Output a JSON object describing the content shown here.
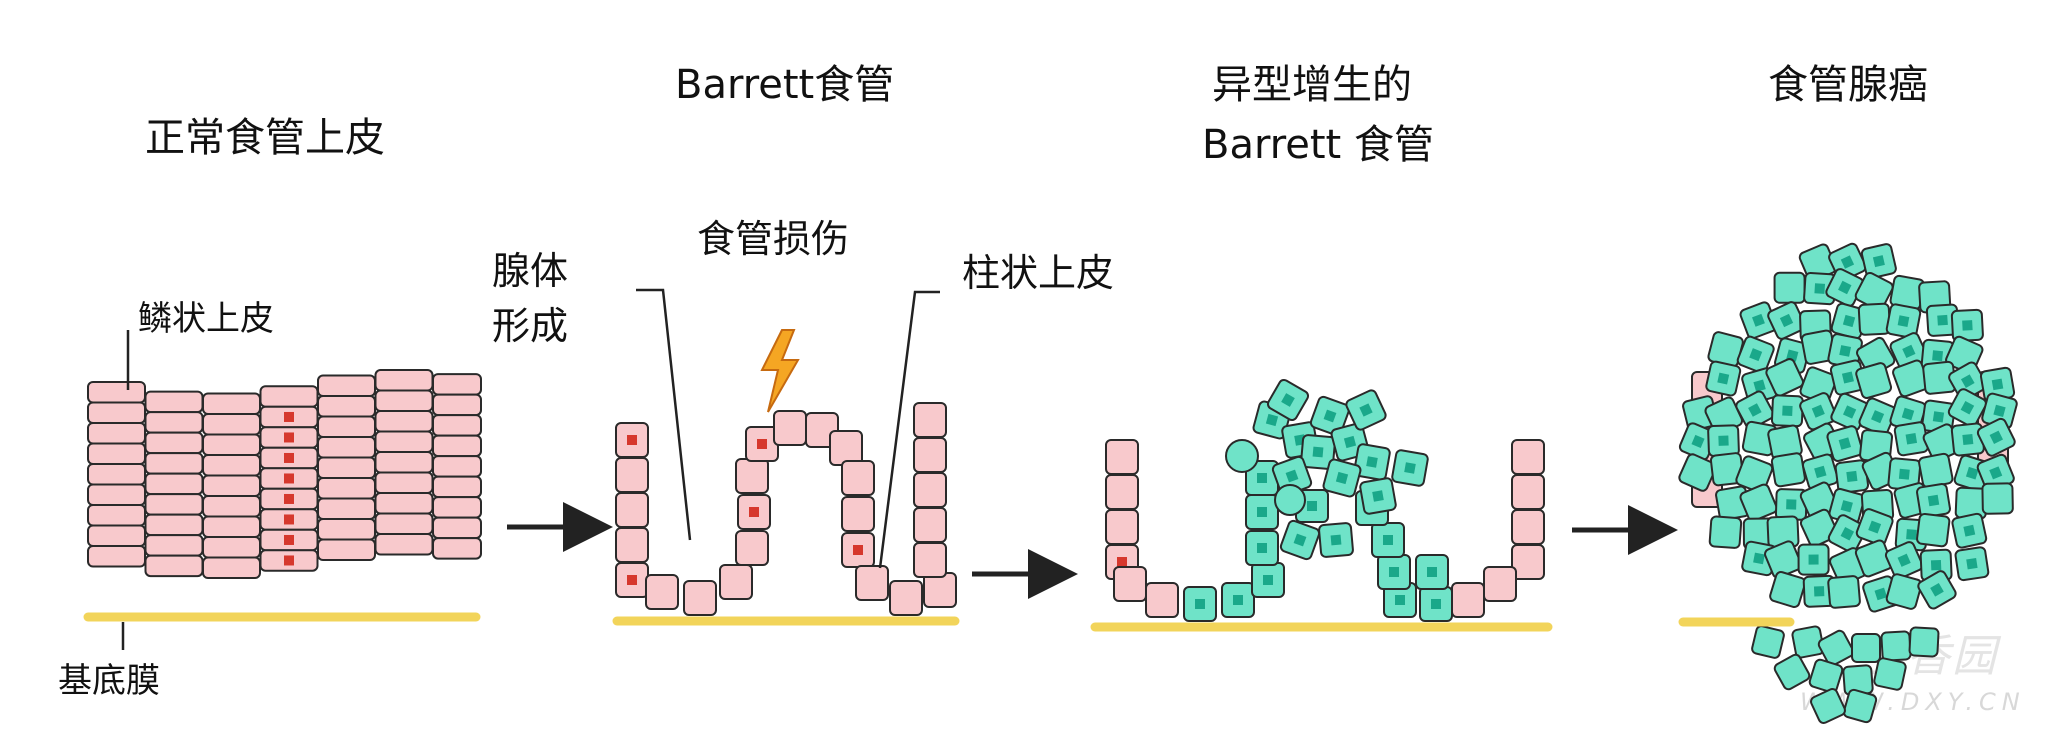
{
  "stages": [
    {
      "title": "正常食管上皮"
    },
    {
      "title": "Barrett食管"
    },
    {
      "title_lines": [
        "异型增生的",
        "Barrett 食管"
      ]
    },
    {
      "title": "食管腺癌"
    }
  ],
  "labels": {
    "squamous": "鳞状上皮",
    "basement": "基底膜",
    "gland_lines": [
      "腺体",
      "形成"
    ],
    "injury": "食管损伤",
    "columnar": "柱状上皮"
  },
  "watermark": {
    "brand": "丁香园",
    "url": "WWW.DXY.CN"
  },
  "colors": {
    "squamous_fill": "#f8c9cc",
    "squamous_stroke": "#2a2a2a",
    "nucleus_red": "#d6382d",
    "dysplastic_fill": "#6fe3c8",
    "dysplastic_nucleus": "#1aa88a",
    "basement_yellow": "#f2d45a",
    "lightning": "#f5a623"
  }
}
